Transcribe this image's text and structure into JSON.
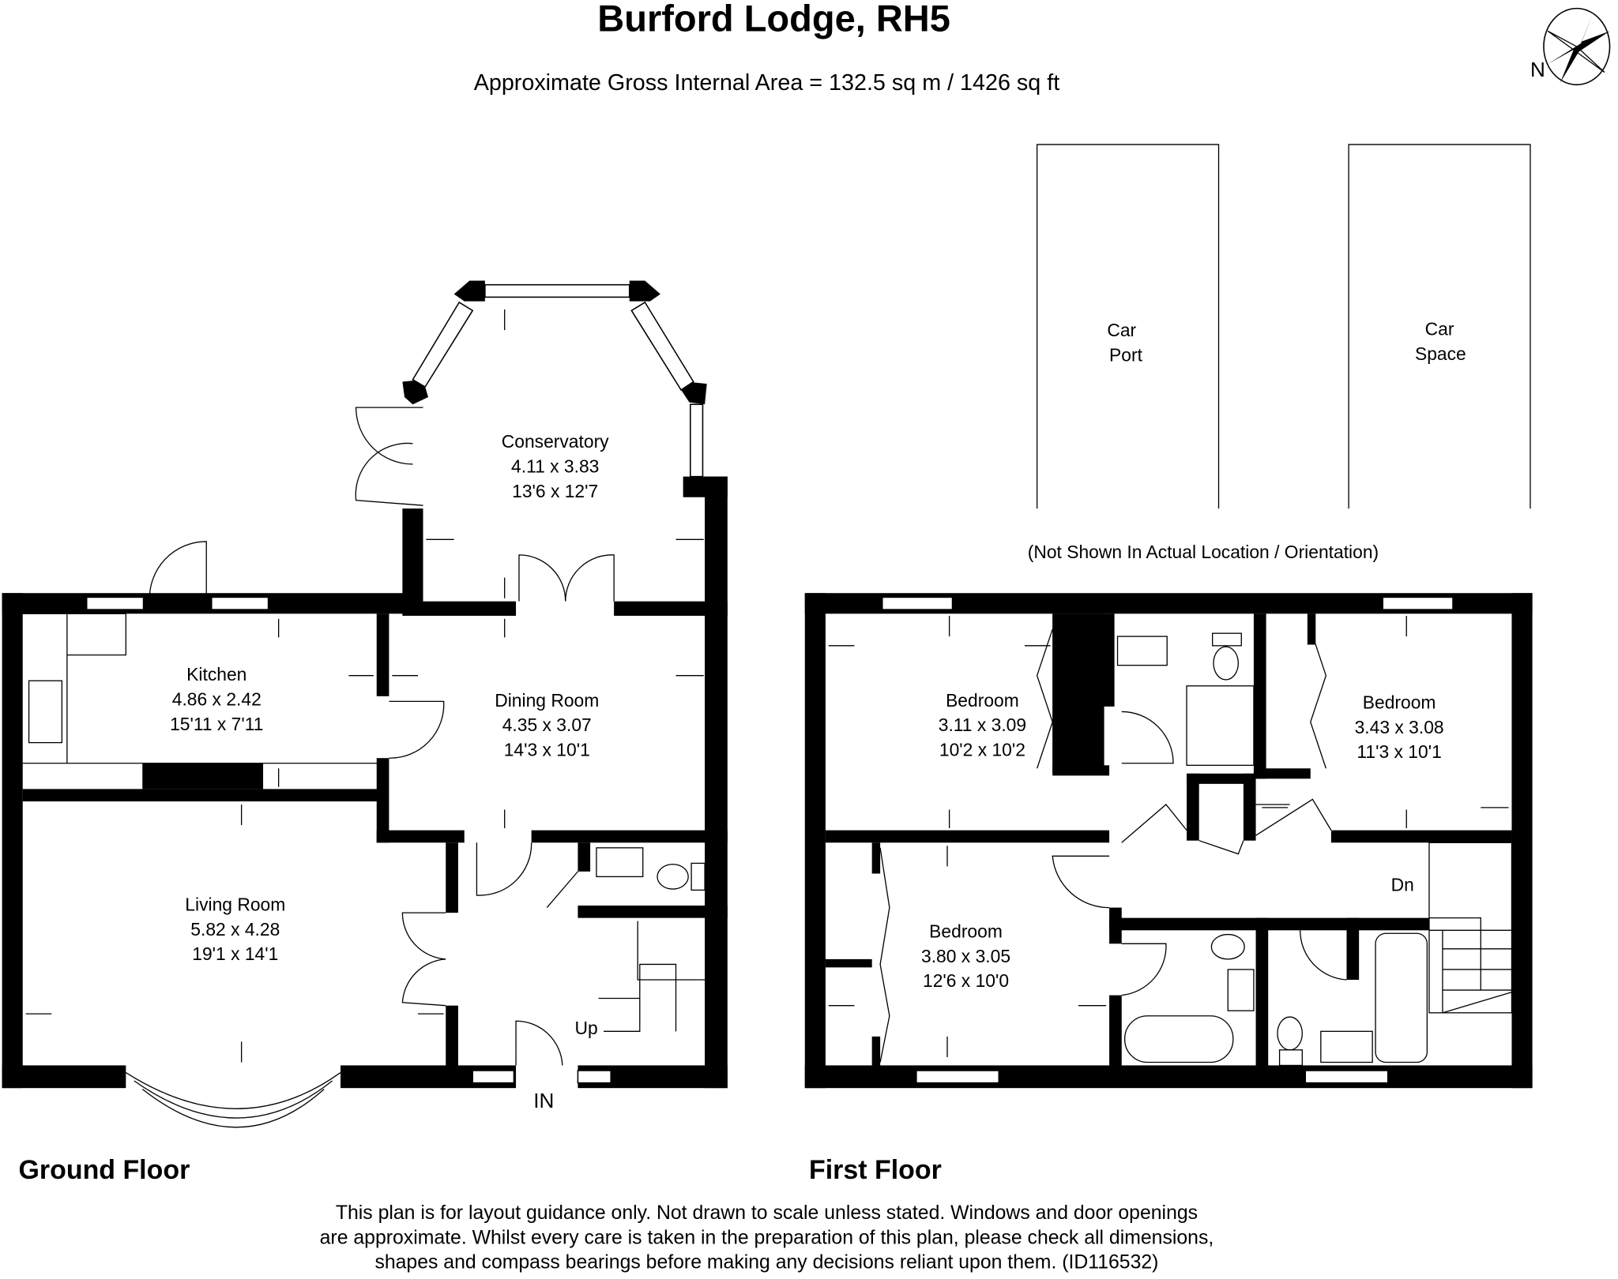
{
  "header": {
    "title": "Burford Lodge, RH5",
    "area": "Approximate Gross Internal Area = 132.5 sq m / 1426 sq ft",
    "compass_label": "N"
  },
  "ground_floor": {
    "label": "Ground Floor",
    "rooms": [
      {
        "name": "Conservatory",
        "metric": "4.11 x 3.83",
        "imperial": "13'6 x 12'7"
      },
      {
        "name": "Kitchen",
        "metric": "4.86 x 2.42",
        "imperial": "15'11 x 7'11"
      },
      {
        "name": "Dining Room",
        "metric": "4.35 x 3.07",
        "imperial": "14'3 x 10'1"
      },
      {
        "name": "Living Room",
        "metric": "5.82 x 4.28",
        "imperial": "19'1 x 14'1"
      }
    ],
    "stairs_label": "Up",
    "entrance_label": "IN"
  },
  "first_floor": {
    "label": "First Floor",
    "rooms": [
      {
        "name": "Bedroom",
        "metric": "3.11 x 3.09",
        "imperial": "10'2 x 10'2"
      },
      {
        "name": "Bedroom",
        "metric": "3.43 x 3.08",
        "imperial": "11'3 x 10'1"
      },
      {
        "name": "Bedroom",
        "metric": "3.80 x 3.05",
        "imperial": "12'6 x 10'0"
      }
    ],
    "stairs_label": "Dn"
  },
  "outbuildings": {
    "car_port": [
      "Car",
      "Port"
    ],
    "car_space": [
      "Car",
      "Space"
    ],
    "note": "(Not Shown In Actual Location / Orientation)"
  },
  "disclaimer": [
    "This plan is for layout guidance only. Not drawn to scale unless stated. Windows and door openings",
    "are approximate. Whilst every care is taken in the preparation of this plan, please check all dimensions,",
    "shapes and compass bearings before making any decisions reliant upon them. (ID116532)"
  ]
}
